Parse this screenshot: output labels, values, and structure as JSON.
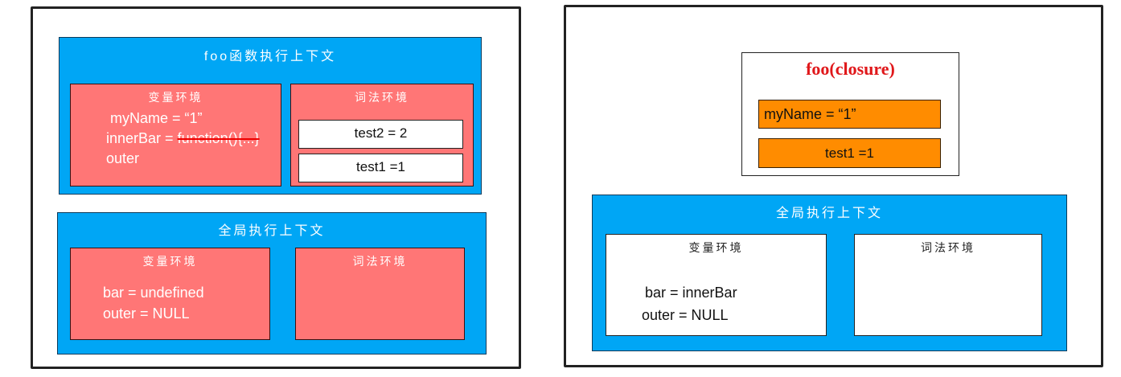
{
  "left": {
    "foo_context": {
      "title": "foo函数执行上下文",
      "variable_env": {
        "title": "变量环境",
        "line1": "myName = “1”",
        "line2_prefix": "innerBar = ",
        "line2_struck": "function(){...}",
        "line3": "outer"
      },
      "lexical_env": {
        "title": "词法环境",
        "cells": [
          "test2 = 2",
          "test1 =1"
        ]
      }
    },
    "global_context": {
      "title": "全局执行上下文",
      "variable_env": {
        "title": "变量环境",
        "line1": "bar =  undefined",
        "line2": "outer = NULL"
      },
      "lexical_env": {
        "title": "词法环境"
      }
    }
  },
  "right": {
    "closure": {
      "title": "foo(closure)",
      "cells": [
        "myName  =  “1”",
        "test1 =1"
      ]
    },
    "global_context": {
      "title": "全局执行上下文",
      "variable_env": {
        "title": "变量环境",
        "line1": "bar =  innerBar",
        "line2": "outer = NULL"
      },
      "lexical_env": {
        "title": "词法环境"
      }
    }
  },
  "colors": {
    "context_blue": "#00a6f5",
    "env_red": "#ff7676",
    "closure_orange": "#ff8c00",
    "closure_title_red": "#e0171a"
  }
}
